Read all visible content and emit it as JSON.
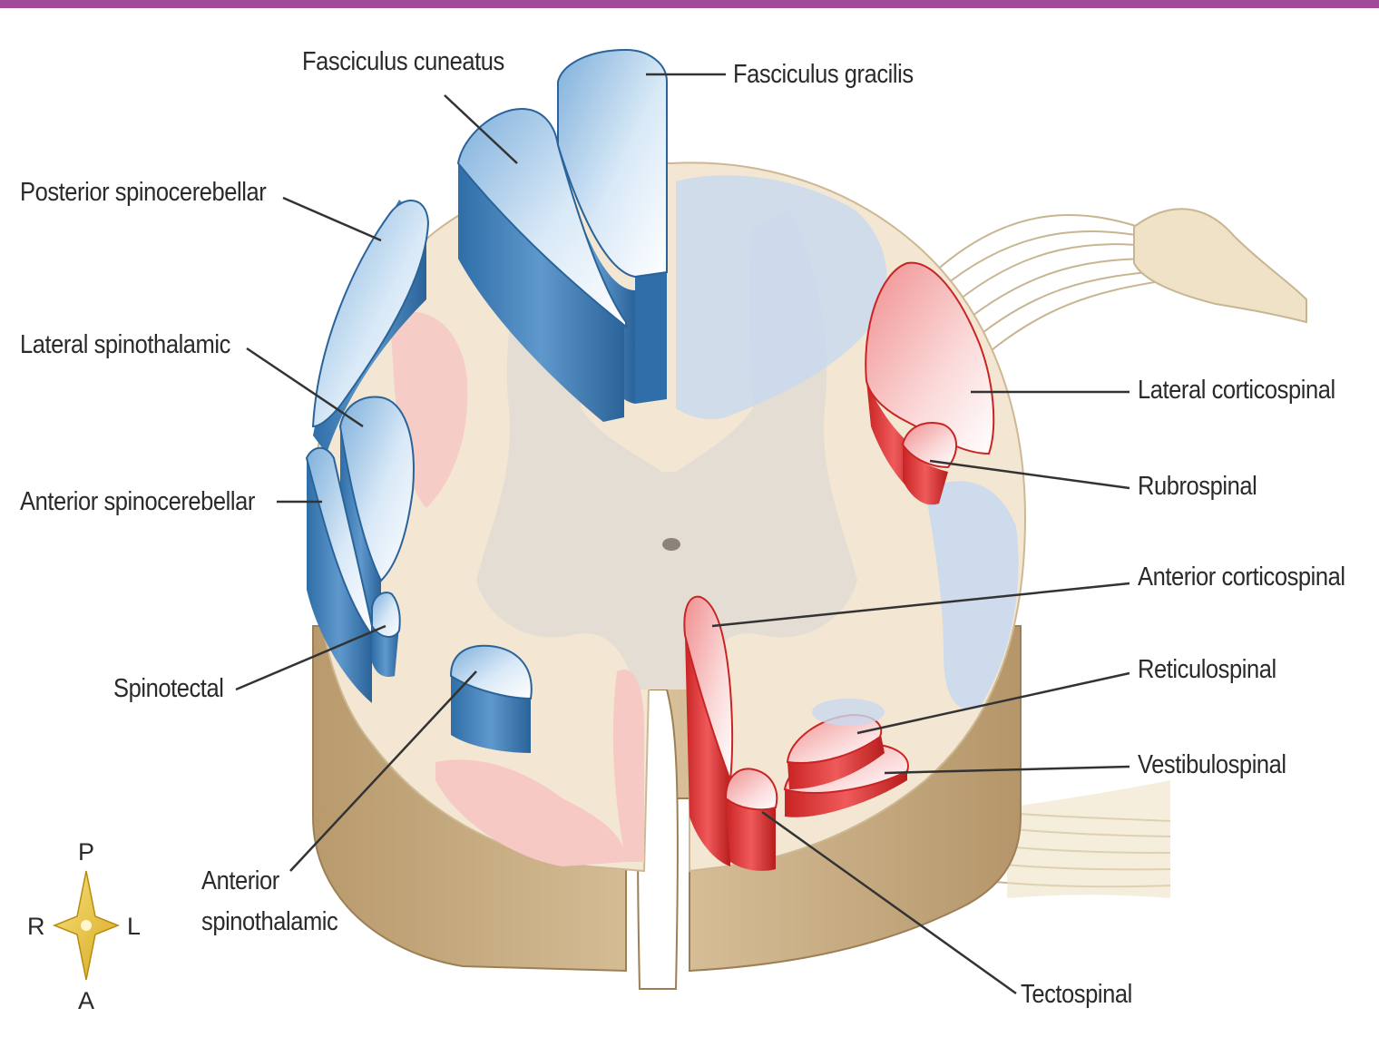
{
  "labels": {
    "fasciculus_cuneatus": "Fasciculus cuneatus",
    "fasciculus_gracilis": "Fasciculus gracilis",
    "posterior_spinocerebellar": "Posterior spinocerebellar",
    "lateral_spinothalamic": "Lateral spinothalamic",
    "anterior_spinocerebellar": "Anterior spinocerebellar",
    "spinotectal": "Spinotectal",
    "anterior_spinothalamic_line1": "Anterior",
    "anterior_spinothalamic_line2": "spinothalamic",
    "lateral_corticospinal": "Lateral corticospinal",
    "rubrospinal": "Rubrospinal",
    "anterior_corticospinal": "Anterior corticospinal",
    "reticulospinal": "Reticulospinal",
    "vestibulospinal": "Vestibulospinal",
    "tectospinal": "Tectospinal"
  },
  "compass": {
    "posterior": "P",
    "anterior": "A",
    "right": "R",
    "left": "L"
  },
  "colors": {
    "ascending": "#3f7fb8",
    "descending": "#d93a3a",
    "white_matter": "#f3e6d2",
    "gray_matter": "#e2dbd2",
    "cord_side": "#c9b08a",
    "accent_bar": "#a24a9a"
  }
}
